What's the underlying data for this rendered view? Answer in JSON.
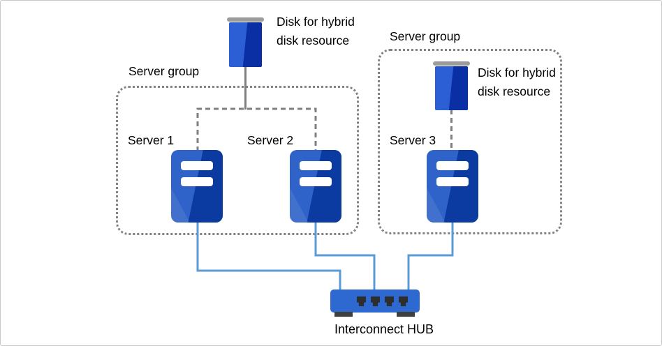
{
  "colors": {
    "canvas_border": "#c8c8c8",
    "border_gray": "#828282",
    "line_gray": "#7f7f7f",
    "line_blue": "#5b9bd5",
    "disk_light": "#2c5fd6",
    "disk_dark": "#0a2fa4",
    "server_light": "#2f63c9",
    "server_dark": "#0b3aa0",
    "hub_blue": "#2e69d2",
    "port_dark": "#2e2e2e",
    "foot_dark": "#404040",
    "cap_gray": "#9b9b9b",
    "text": "#000000"
  },
  "diagram": {
    "external_disk": {
      "label": "Disk for hybrid disk resource",
      "icon": "disk-icon"
    },
    "server_groups": [
      {
        "label": "Server group",
        "servers": [
          {
            "label": "Server 1"
          },
          {
            "label": "Server 2"
          }
        ]
      },
      {
        "label": "Server group",
        "disk": {
          "label": "Disk for hybrid disk resource",
          "icon": "disk-icon"
        },
        "servers": [
          {
            "label": "Server 3"
          }
        ]
      }
    ],
    "hub": {
      "label": "Interconnect HUB",
      "icon": "hub-icon"
    }
  }
}
